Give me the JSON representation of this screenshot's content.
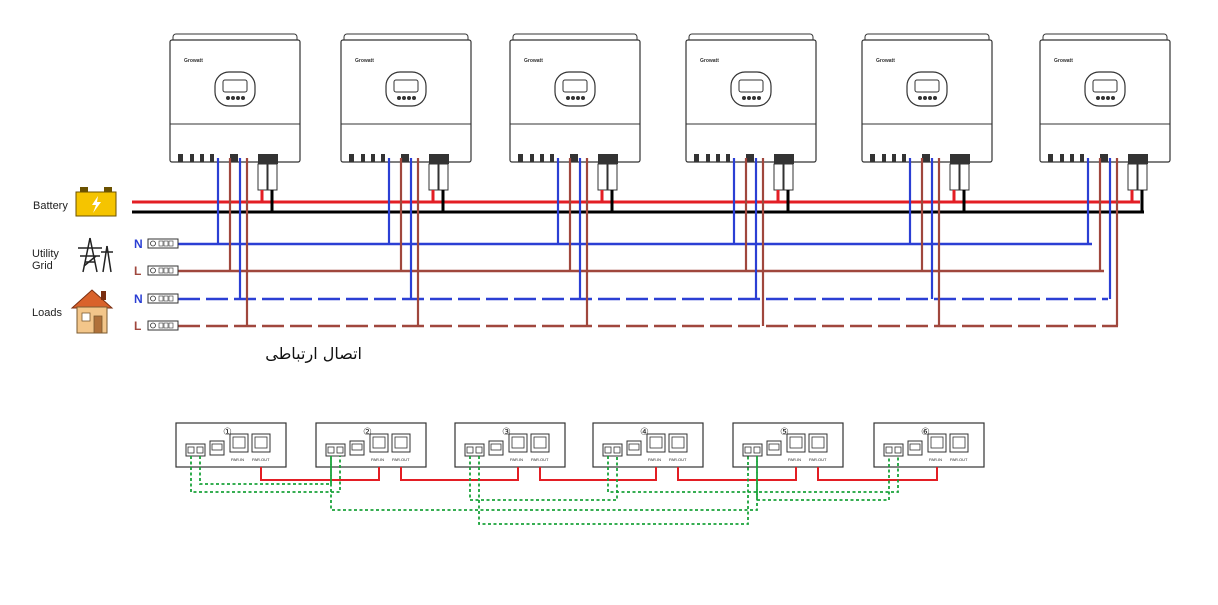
{
  "inverter_brand": "Growatt",
  "legend": {
    "battery": "Battery",
    "utility_grid": "Utility\nGrid",
    "loads": "Loads",
    "n": "N",
    "l": "L"
  },
  "communication_title": "اتصال ارتباطی",
  "comm_units": [
    "①",
    "②",
    "③",
    "④",
    "⑤",
    "⑥"
  ],
  "comm_port_labels": {
    "parallel_in": "PAR.IN",
    "parallel_out": "PAR.OUT"
  },
  "colors": {
    "battery_positive": "#e31e24",
    "battery_negative": "#000000",
    "neutral": "#2b3fd4",
    "line": "#a0473d",
    "parallel_cable": "#e31e24",
    "current_share": "#1aa33a",
    "battery_body": "#f5c400"
  }
}
